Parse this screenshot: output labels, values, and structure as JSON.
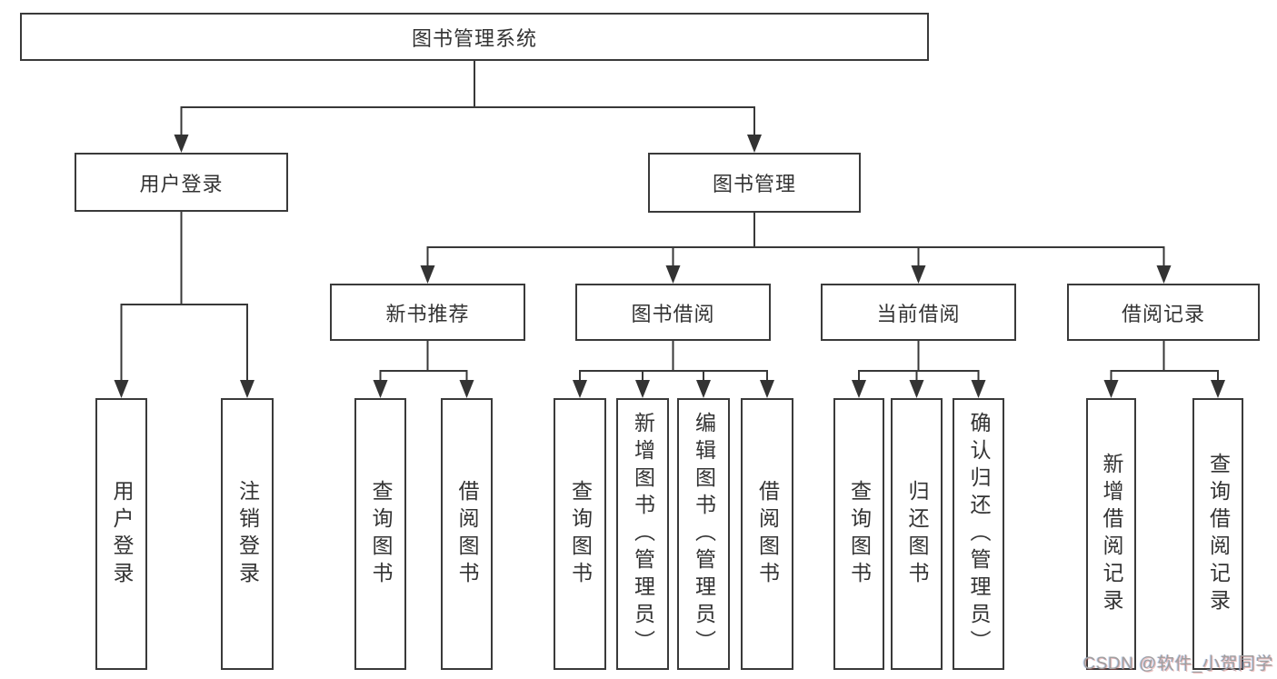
{
  "tree": {
    "label": "图书管理系统",
    "children": [
      {
        "label": "用户登录",
        "children": [
          {
            "label": "用户登录"
          },
          {
            "label": "注销登录"
          }
        ]
      },
      {
        "label": "图书管理",
        "children": [
          {
            "label": "新书推荐",
            "children": [
              {
                "label": "查询图书"
              },
              {
                "label": "借阅图书"
              }
            ]
          },
          {
            "label": "图书借阅",
            "children": [
              {
                "label": "查询图书"
              },
              {
                "label": "新增图书（管理员）"
              },
              {
                "label": "编辑图书（管理员）"
              },
              {
                "label": "借阅图书"
              }
            ]
          },
          {
            "label": "当前借阅",
            "children": [
              {
                "label": "查询图书"
              },
              {
                "label": "归还图书"
              },
              {
                "label": "确认归还（管理员）"
              }
            ]
          },
          {
            "label": "借阅记录",
            "children": [
              {
                "label": "新增借阅记录"
              },
              {
                "label": "查询借阅记录"
              }
            ]
          }
        ]
      }
    ]
  },
  "watermark": {
    "text": "CSDN @软件_小贺同学"
  },
  "colors": {
    "line": "#383838",
    "box_border": "#3a3a3a",
    "box_fill": "#ffffff",
    "text": "#333333",
    "watermark": "#9f9f9f",
    "background": "#ffffff"
  }
}
